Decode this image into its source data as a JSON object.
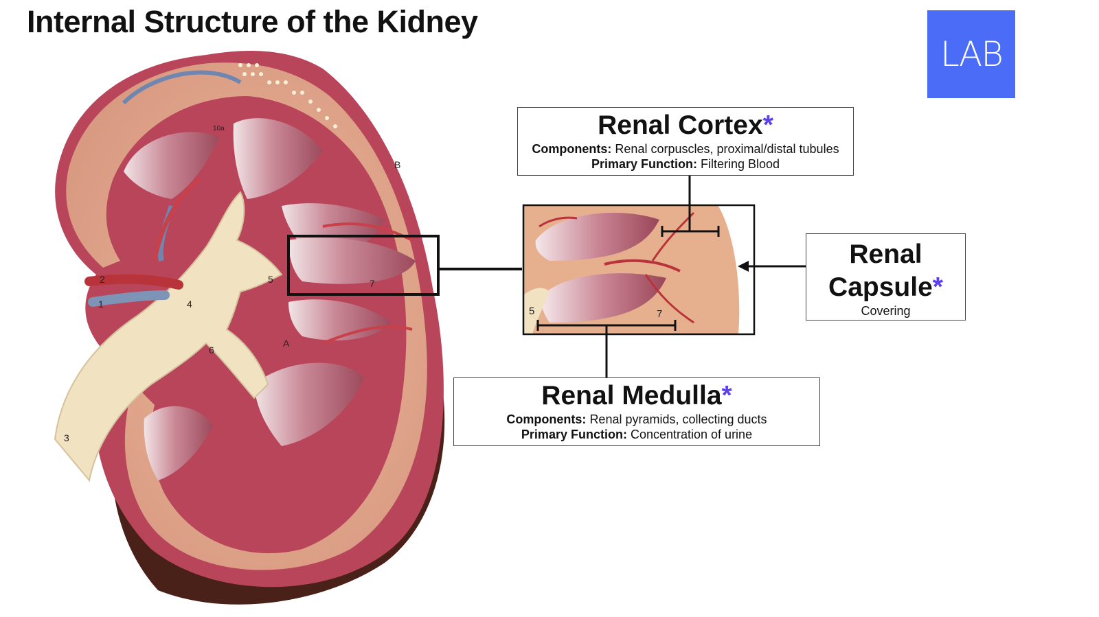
{
  "title": "Internal Structure of the Kidney",
  "logo": {
    "text": "LAB",
    "color": "#4a6cf7"
  },
  "accent_color": "#5b3ff0",
  "labels": {
    "cortex": {
      "heading": "Renal Cortex",
      "star": "*",
      "components_key": "Components:",
      "components_value": "Renal corpuscles, proximal/distal tubules",
      "function_key": "Primary Function:",
      "function_value": "Filtering Blood"
    },
    "medulla": {
      "heading": "Renal Medulla",
      "star": "*",
      "components_key": "Components:",
      "components_value": "Renal pyramids, collecting ducts",
      "function_key": "Primary Function:",
      "function_value": "Concentration of urine"
    },
    "capsule": {
      "heading_line1": "Renal",
      "heading_line2": "Capsule",
      "star": "*",
      "description": "Covering"
    }
  },
  "model_markers": [
    "2",
    "1",
    "4",
    "5",
    "7",
    "6",
    "A",
    "3",
    "10a",
    "B"
  ],
  "inset_markers": [
    "5",
    "7"
  ]
}
